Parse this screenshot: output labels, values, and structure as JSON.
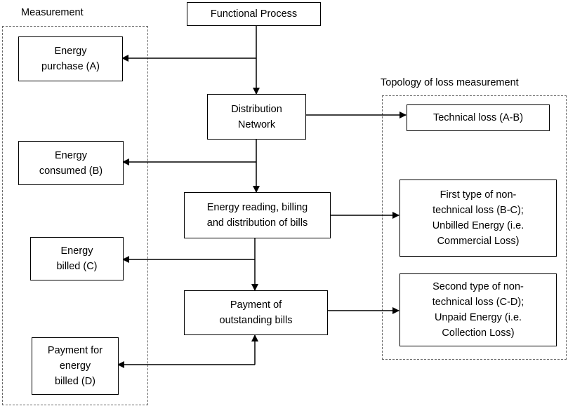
{
  "groups": {
    "measurement": "Measurement",
    "topology": "Topology of loss measurement"
  },
  "process": {
    "functional": "Functional Process",
    "distribution": [
      "Distribution",
      "Network"
    ],
    "reading": [
      "Energy reading, billing",
      "and distribution of bills"
    ],
    "payment": [
      "Payment of",
      "outstanding bills"
    ]
  },
  "measurement": {
    "purchase": [
      "Energy",
      "purchase (A)"
    ],
    "consumed": [
      "Energy",
      "consumed (B)"
    ],
    "billed": [
      "Energy",
      "billed (C)"
    ],
    "payment_for": [
      "Payment for",
      "energy",
      "billed (D)"
    ]
  },
  "losses": {
    "technical": "Technical loss (A-B)",
    "first_type": [
      "First type of non-",
      "technical loss (B-C);",
      "Unbilled Energy (i.e.",
      "Commercial Loss)"
    ],
    "second_type": [
      "Second type of non-",
      "technical loss (C-D);",
      "Unpaid Energy (i.e.",
      "Collection Loss)"
    ]
  }
}
